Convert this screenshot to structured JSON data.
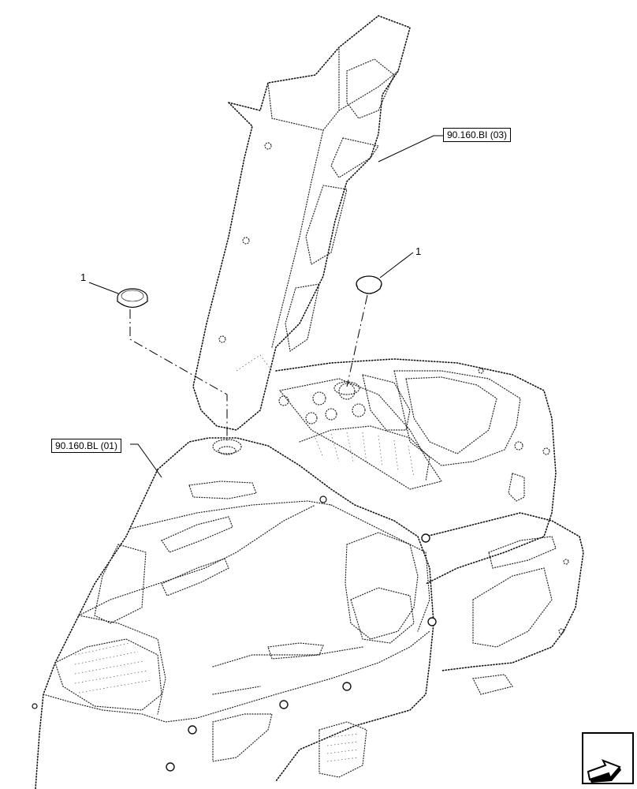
{
  "labels": {
    "ref_top": "90.160.BI (03)",
    "ref_left": "90.160.BL (01)",
    "callout_left": "1",
    "callout_right": "1"
  },
  "icons": {
    "nav": "next-page-arrow-icon"
  }
}
